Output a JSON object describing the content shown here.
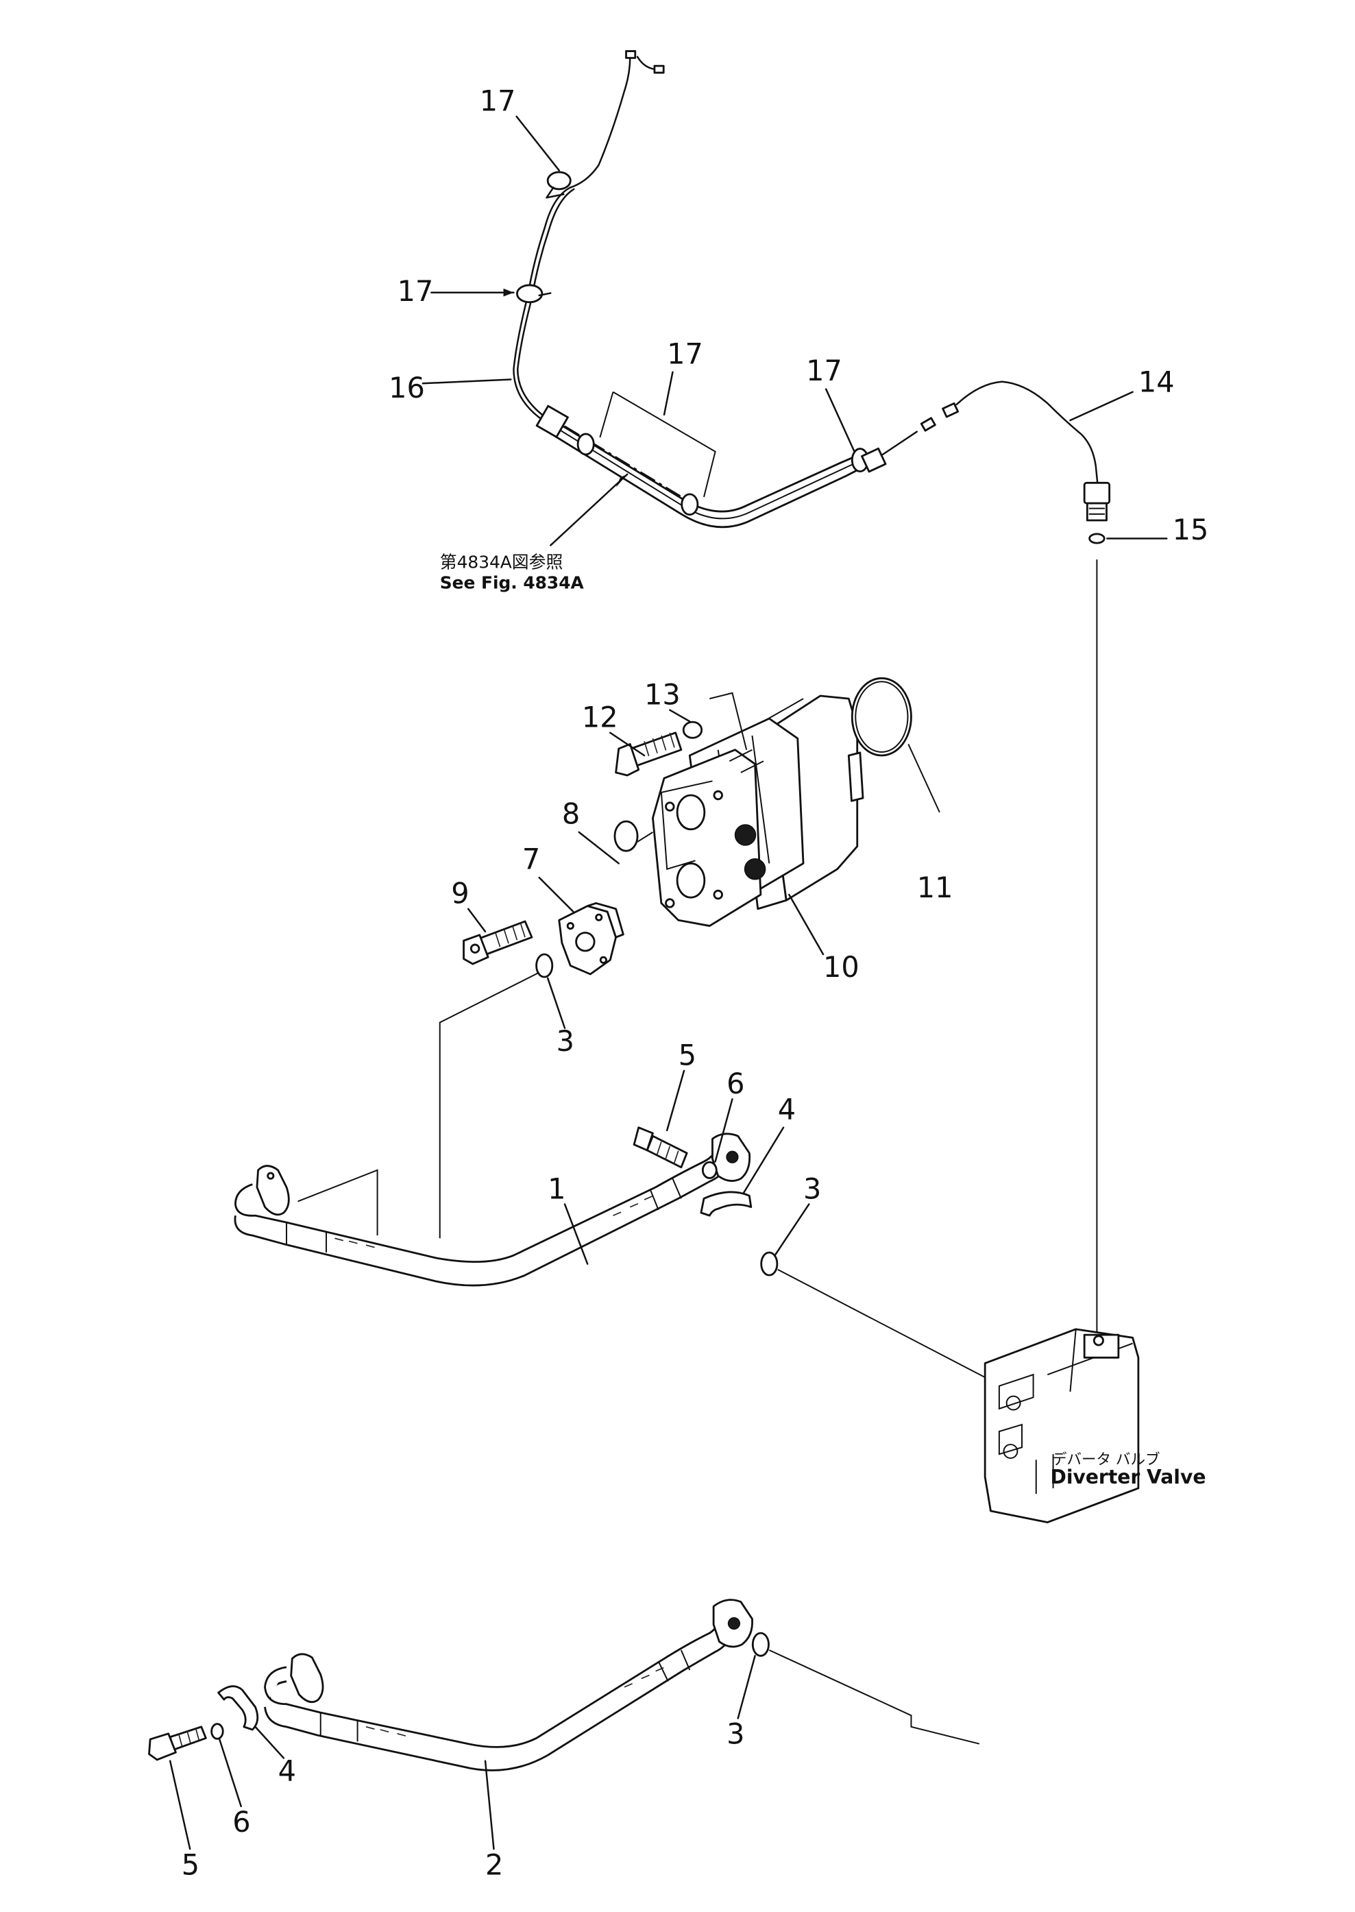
{
  "note": {
    "jp": "第4834A図参照",
    "en": "See Fig. 4834A"
  },
  "valve": {
    "jp": "デバータ バルブ",
    "en": "Diverter Valve"
  },
  "callouts": [
    {
      "id": "c17a",
      "text": "17"
    },
    {
      "id": "c17b",
      "text": "17"
    },
    {
      "id": "c16",
      "text": "16"
    },
    {
      "id": "c17c",
      "text": "17"
    },
    {
      "id": "c17d",
      "text": "17"
    },
    {
      "id": "c14",
      "text": "14"
    },
    {
      "id": "c15",
      "text": "15"
    },
    {
      "id": "c13",
      "text": "13"
    },
    {
      "id": "c12",
      "text": "12"
    },
    {
      "id": "c11",
      "text": "11"
    },
    {
      "id": "c8",
      "text": "8"
    },
    {
      "id": "c7",
      "text": "7"
    },
    {
      "id": "c9",
      "text": "9"
    },
    {
      "id": "c10",
      "text": "10"
    },
    {
      "id": "c3a",
      "text": "3"
    },
    {
      "id": "c5a",
      "text": "5"
    },
    {
      "id": "c6a",
      "text": "6"
    },
    {
      "id": "c4a",
      "text": "4"
    },
    {
      "id": "c1",
      "text": "1"
    },
    {
      "id": "c3b",
      "text": "3"
    },
    {
      "id": "c3c",
      "text": "3"
    },
    {
      "id": "c4b",
      "text": "4"
    },
    {
      "id": "c6b",
      "text": "6"
    },
    {
      "id": "c5b",
      "text": "5"
    },
    {
      "id": "c2",
      "text": "2"
    }
  ]
}
